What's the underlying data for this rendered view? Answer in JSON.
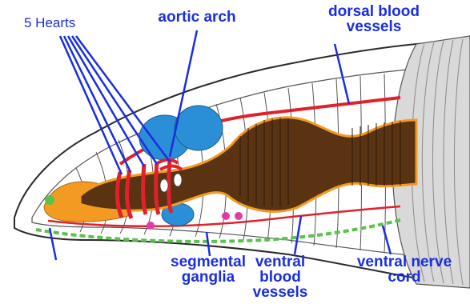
{
  "labels": {
    "hearts": "5 Hearts",
    "aortic_arch": "aortic arch",
    "dorsal_blood_line1": "dorsal blood",
    "dorsal_blood_line2": "vessels",
    "segmental_line1": "segmental",
    "segmental_line2": "ganglia",
    "ventral_blood_line1": "ventral",
    "ventral_blood_line2": "blood",
    "ventral_blood_line3": "vessels",
    "ventral_nerve_line1": "ventral nerve",
    "ventral_nerve_line2": "cord"
  },
  "colors": {
    "label_blue": "#1a2ee0",
    "body_outline": "#2a2a2a",
    "gut_brown": "#5a3312",
    "pharynx_orange": "#f29a22",
    "blood_red": "#e0212b",
    "crop_blue": "#2a8fd6",
    "nerve_green": "#5ac24a",
    "clitellum_gray": "#d9d9d9"
  }
}
